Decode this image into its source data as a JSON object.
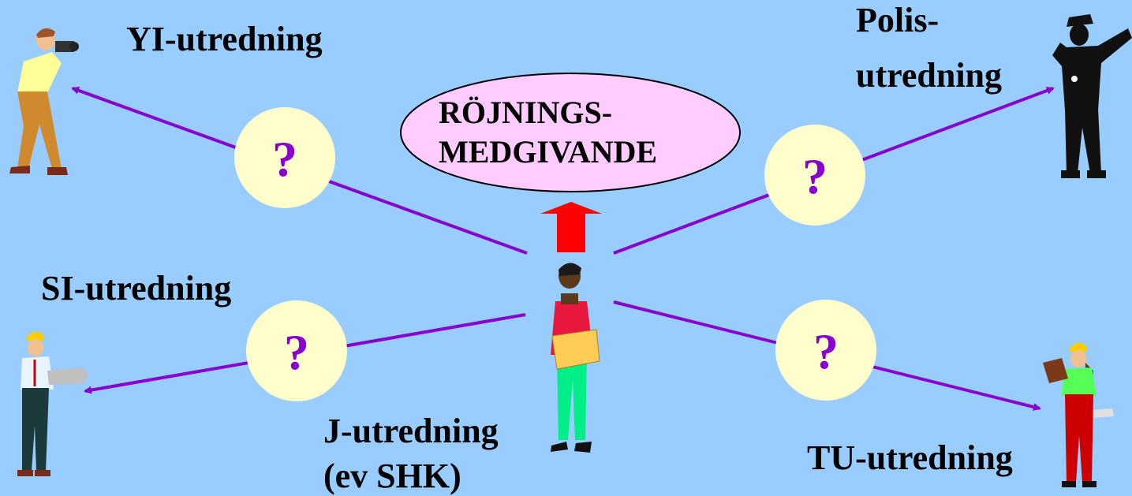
{
  "center_label": {
    "line1": "J-utredning",
    "line2": "(ev SHK)"
  },
  "clearance_bubble": {
    "line1": "RÖJNINGS-",
    "line2": "MEDGIVANDE"
  },
  "investigations": {
    "yi": "YI-utredning",
    "si": "SI-utredning",
    "polis_line1": "Polis-",
    "polis_line2": "utredning",
    "tu": "TU-utredning"
  },
  "question_mark": "?",
  "colors": {
    "background": "#99ccff",
    "arrow": "#8800cc",
    "question_circle": "#ffffcc",
    "question_mark": "#8800cc",
    "bubble_fill": "#ffccff",
    "up_arrow": "#ff0000"
  },
  "figures": {
    "center": "person-with-folder-icon",
    "yi": "photographer-icon",
    "si": "worker-with-pipe-icon",
    "polis": "police-officer-icon",
    "tu": "worker-with-clipboard-icon"
  }
}
